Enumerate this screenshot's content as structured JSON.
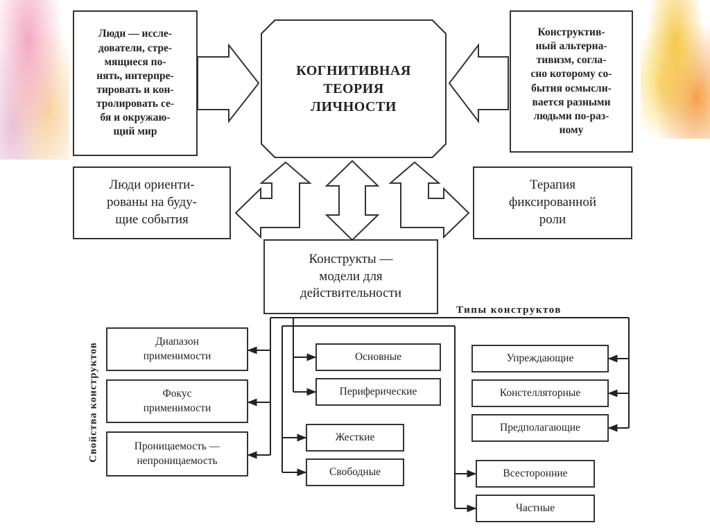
{
  "diagram": {
    "center": "КОГНИТИВНАЯ\nТЕОРИЯ\nЛИЧНОСТИ",
    "top_left": "Люди — иссле-\nдователи, стре-\nмящиеся по-\nнять, интерпре-\nтировать и кон-\nтролировать се-\nбя и окружаю-\nщий мир",
    "top_right": "Конструктив-\nный альтерна-\nтивизм, согла-\nсно которому со-\nбытия осмысли-\nвается разными\nлюдьми по-раз-\nному",
    "mid_left": "Люди ориенти-\nрованы на буду-\nщие события",
    "mid_right": "Терапия\nфиксированной\nроли",
    "constructs": "Конструкты —\nмодели для\nдействительности",
    "types_label": "Типы конструктов",
    "properties_label": "Свойства конструктов",
    "properties": [
      "Диапазон\nприменимости",
      "Фокус\nприменимости",
      "Проницаемость —\nнепроницаемость"
    ],
    "types_a": [
      "Основные",
      "Периферические"
    ],
    "types_b": [
      "Жесткие",
      "Свободные"
    ],
    "types_c": [
      "Упреждающие",
      "Констелляторные",
      "Предполагающие"
    ],
    "types_d": [
      "Всесторонние",
      "Частные"
    ]
  },
  "colors": {
    "line": "#333333",
    "splash_left": "#f3a9c2",
    "splash_right": "#f6c84a"
  }
}
